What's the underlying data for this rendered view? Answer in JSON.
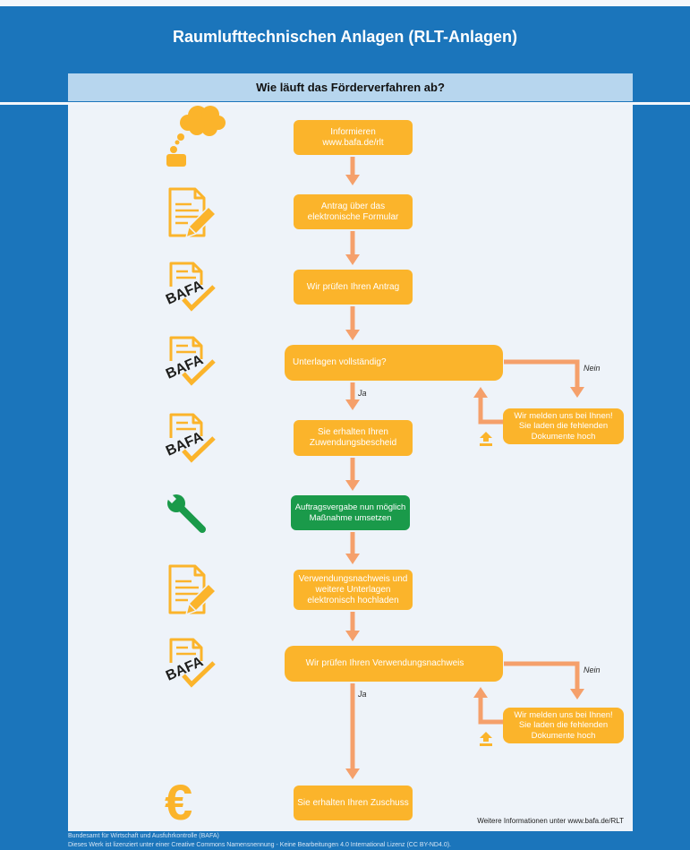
{
  "page": {
    "title": "Raumlufttechnischen Anlagen (RLT-Anlagen)",
    "heading": "Wie läuft das Förderverfahren ab?"
  },
  "colors": {
    "background": "#1b75bb",
    "header_band": "#b7d6ee",
    "panel": "#eef3f9",
    "step": "#fbb42b",
    "action_step": "#1a9a4a",
    "arrow": "#f5a06b",
    "icon": "#fbb42b",
    "icon_green": "#1a9a4a"
  },
  "icons": {
    "stamp_label": "BAFA",
    "euro_glyph": "€",
    "left_column": [
      "thought-bubble-person-icon",
      "document-pencil-icon",
      "bafa-stamp-check-icon",
      "bafa-stamp-check-icon",
      "bafa-stamp-check-icon",
      "wrench-icon",
      "document-pencil-icon",
      "bafa-stamp-check-icon",
      "euro-icon"
    ],
    "feedback_return": "upload-icon"
  },
  "flow": {
    "inform": [
      "Informieren",
      "www.bafa.de/rlt"
    ],
    "application": [
      "Antrag über das",
      "elektronische Formular"
    ],
    "review_application": [
      "Wir prüfen Ihren Antrag"
    ],
    "documents_complete": [
      "Unterlagen vollständig?"
    ],
    "funding_notice": [
      "Sie erhalten Ihren",
      "Zuwendungsbescheid"
    ],
    "award_contract": [
      "Auftragsvergabe nun möglich",
      "Maßnahme umsetzen"
    ],
    "upload_proof": [
      "Verwendungsnachweis und",
      "weitere Unterlagen",
      "elektronisch hochladen"
    ],
    "review_proof": [
      "Wir prüfen Ihren Verwendungsnachweis"
    ],
    "grant": [
      "Sie erhalten Ihren Zuschuss"
    ],
    "missing_documents_1": [
      "Wir melden uns bei Ihnen!",
      "Sie laden die fehlenden",
      "Dokumente hoch"
    ],
    "missing_documents_2": [
      "Wir melden uns bei Ihnen!",
      "Sie laden die fehlenden",
      "Dokumente hoch"
    ]
  },
  "labels": {
    "yes": "Ja",
    "no": "Nein"
  },
  "footer": {
    "more_info": "Weitere Informationen unter www.bafa.de/RLT",
    "publisher": "Bundesamt für Wirtschaft und Ausfuhrkontrolle (BAFA)",
    "license": "Dieses Werk ist lizenziert unter einer Creative Commons Namensnennung - Keine Bearbeitungen 4.0 International Lizenz (CC BY-ND4.0)."
  }
}
